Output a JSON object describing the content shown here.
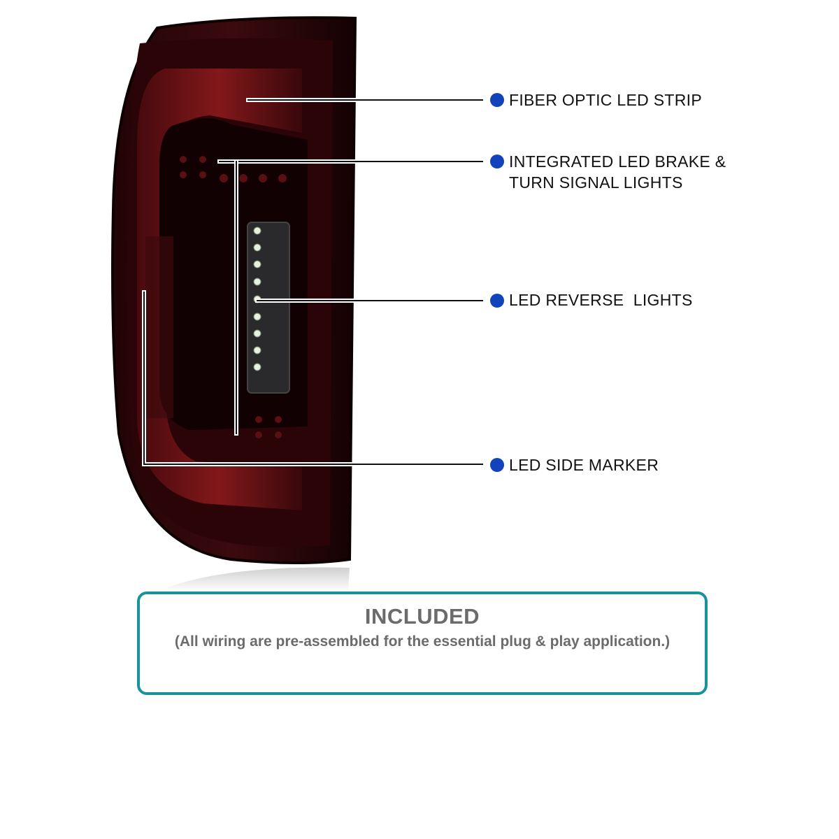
{
  "callouts": [
    {
      "lines": [
        "FIBER OPTIC LED STRIP"
      ]
    },
    {
      "lines": [
        "INTEGRATED LED BRAKE &",
        "TURN SIGNAL LIGHTS"
      ]
    },
    {
      "lines": [
        "LED REVERSE  LIGHTS"
      ]
    },
    {
      "lines": [
        "LED SIDE MARKER"
      ]
    }
  ],
  "included": {
    "title": "INCLUDED",
    "note": "(All wiring are pre-assembled for the essential plug & play application.)"
  },
  "colors": {
    "callout_dot": "#1144bb",
    "box_border": "#19939a",
    "box_text": "#6b6b6b",
    "lamp_dark": "#1a0608",
    "lamp_red": "#7a1414"
  }
}
